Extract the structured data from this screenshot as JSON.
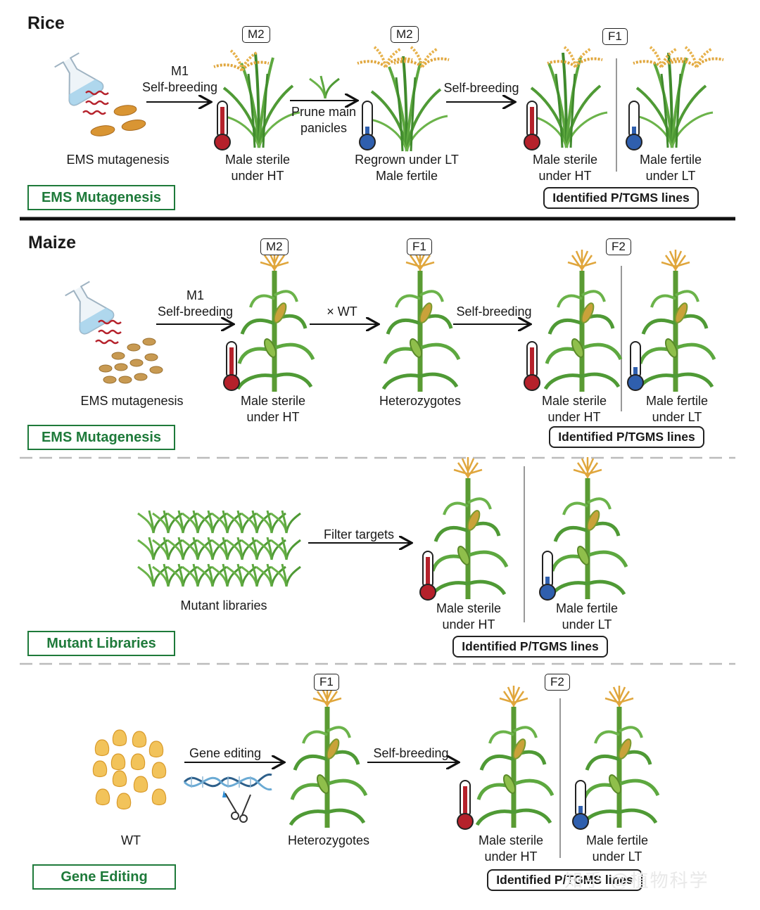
{
  "rice": {
    "title": "Rice",
    "gen_m2_a": "M2",
    "gen_m2_b": "M2",
    "gen_f1": "F1",
    "step1_line1": "M1",
    "step1_line2": "Self-breeding",
    "prune_line1": "Prune main",
    "prune_line2": "panicles",
    "self_breeding": "Self-breeding",
    "ems_label": "EMS mutagenesis",
    "sterile_ht_1": "Male sterile",
    "sterile_ht_2": "under HT",
    "regrown_1": "Regrown under LT",
    "regrown_2": "Male fertile",
    "f1_sterile_1": "Male sterile",
    "f1_sterile_2": "under HT",
    "f1_fertile_1": "Male fertile",
    "f1_fertile_2": "under LT",
    "method_box": "EMS Mutagenesis",
    "identified": "Identified P/TGMS lines"
  },
  "maize": {
    "title": "Maize",
    "ems": {
      "gen_m2": "M2",
      "gen_f1": "F1",
      "gen_f2": "F2",
      "step1_line1": "M1",
      "step1_line2": "Self-breeding",
      "cross": "× WT",
      "self_breeding": "Self-breeding",
      "ems_label": "EMS mutagenesis",
      "m2_1": "Male sterile",
      "m2_2": "under HT",
      "hetero": "Heterozygotes",
      "f2_sterile_1": "Male sterile",
      "f2_sterile_2": "under HT",
      "f2_fertile_1": "Male fertile",
      "f2_fertile_2": "under LT",
      "method_box": "EMS Mutagenesis",
      "identified": "Identified P/TGMS lines"
    },
    "mutant": {
      "filter": "Filter targets",
      "libraries_label": "Mutant libraries",
      "sterile_1": "Male sterile",
      "sterile_2": "under HT",
      "fertile_1": "Male fertile",
      "fertile_2": "under LT",
      "method_box": "Mutant Libraries",
      "identified": "Identified P/TGMS lines"
    },
    "editing": {
      "gen_f1": "F1",
      "gen_f2": "F2",
      "gene_editing": "Gene editing",
      "self_breeding": "Self-breeding",
      "wt": "WT",
      "hetero": "Heterozygotes",
      "sterile_1": "Male sterile",
      "sterile_2": "under HT",
      "fertile_1": "Male fertile",
      "fertile_2": "under LT",
      "method_box": "Gene Editing",
      "identified": "Identified P/TGMS lines"
    }
  },
  "watermark": "知乎 @植物科学",
  "colors": {
    "method_green": "#1e7a3a",
    "hot_red": "#b5212b",
    "cold_blue": "#2f5fae",
    "leaf_green": "#4f9a35",
    "panicle_gold": "#e0a63c"
  }
}
